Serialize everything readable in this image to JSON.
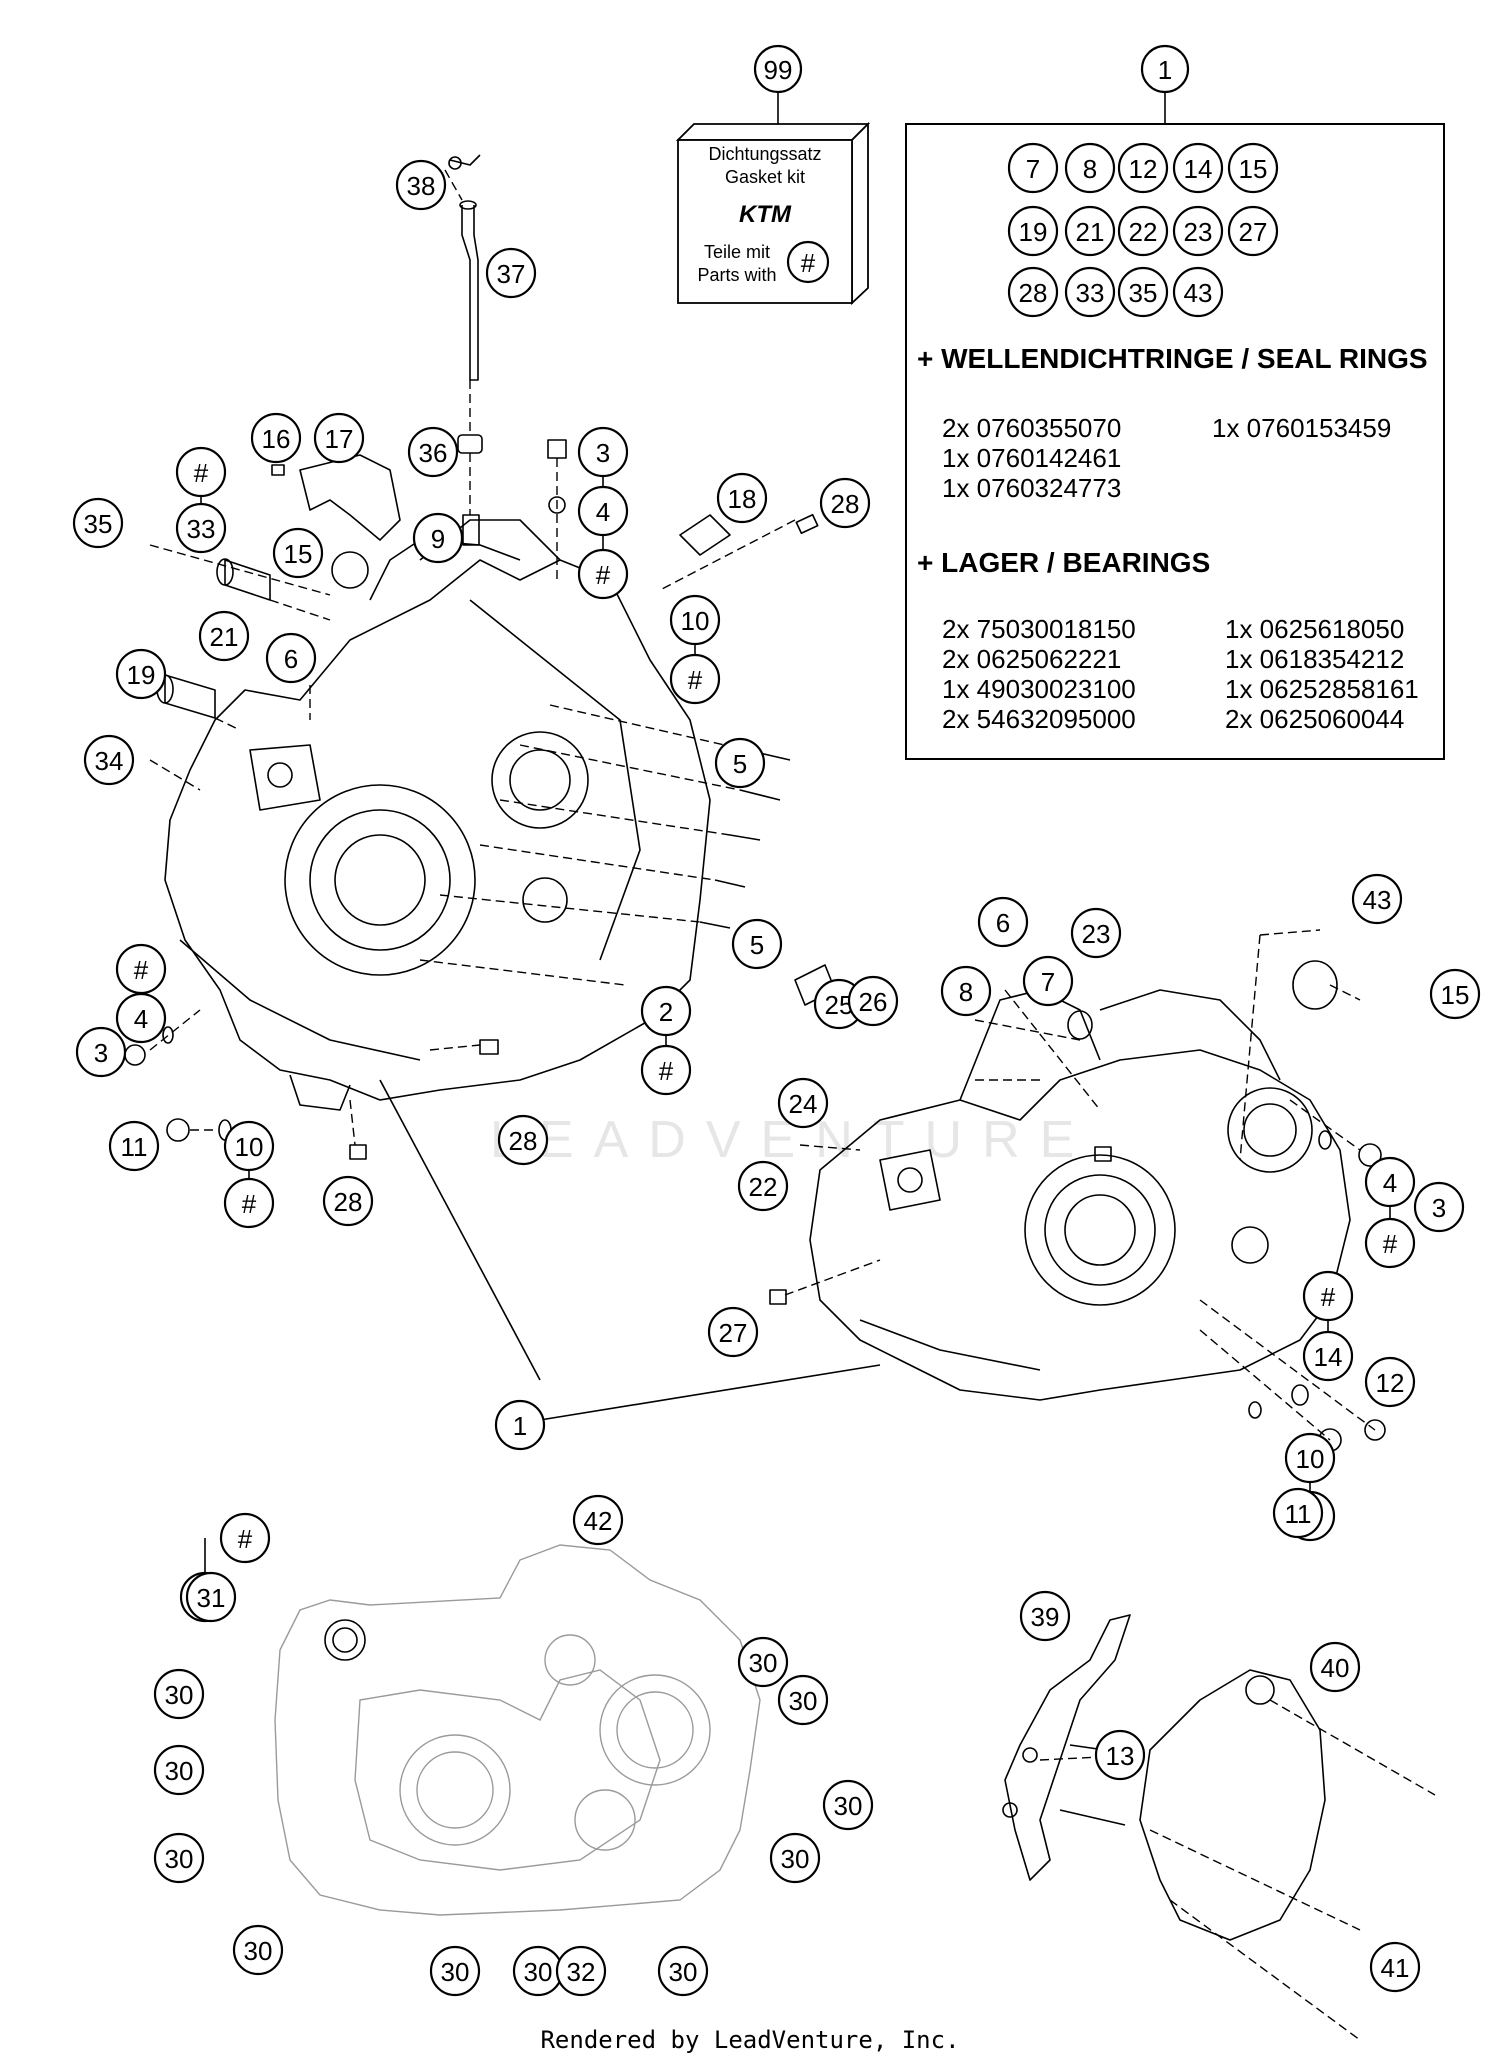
{
  "watermark": "LEADVENTURE",
  "footer": "Rendered by LeadVenture, Inc.",
  "gasket_kit": {
    "callout": "99",
    "line1": "Dichtungssatz",
    "line2": "Gasket kit",
    "logo": "KTM",
    "line3": "Teile mit",
    "line4": "Parts with",
    "symbol": "#"
  },
  "info_box": {
    "callout": "1",
    "included_parts": [
      "7",
      "8",
      "12",
      "14",
      "15",
      "19",
      "21",
      "22",
      "23",
      "27",
      "28",
      "33",
      "35",
      "43"
    ],
    "seal_heading": "+ WELLENDICHTRINGE / SEAL RINGS",
    "seal_items": [
      "2x 0760355070",
      "1x 0760153459",
      "1x 0760142461",
      "1x 0760324773"
    ],
    "bearing_heading": "+ LAGER  / BEARINGS",
    "bearing_items": [
      "2x 75030018150",
      "1x 0625618050",
      "2x 0625062221",
      "1x 0618354212",
      "1x 49030023100",
      "1x 06252858161",
      "2x 54632095000",
      "2x 0625060044"
    ]
  },
  "callouts": [
    "38",
    "37",
    "36",
    "16",
    "17",
    "#",
    "33",
    "35",
    "15",
    "21",
    "9",
    "3",
    "4",
    "#",
    "18",
    "28",
    "10",
    "#",
    "6",
    "19",
    "34",
    "5",
    "5",
    "#",
    "4",
    "3",
    "2",
    "#",
    "28",
    "11",
    "10",
    "#",
    "28",
    "1",
    "6",
    "23",
    "43",
    "8",
    "7",
    "25",
    "26",
    "24",
    "15",
    "22",
    "4",
    "#",
    "3",
    "27",
    "#",
    "14",
    "12",
    "10",
    "#",
    "11",
    "#",
    "33",
    "31",
    "42",
    "30",
    "30",
    "30",
    "30",
    "30",
    "30",
    "30",
    "30",
    "30",
    "30",
    "30",
    "32",
    "39",
    "40",
    "13",
    "41"
  ]
}
